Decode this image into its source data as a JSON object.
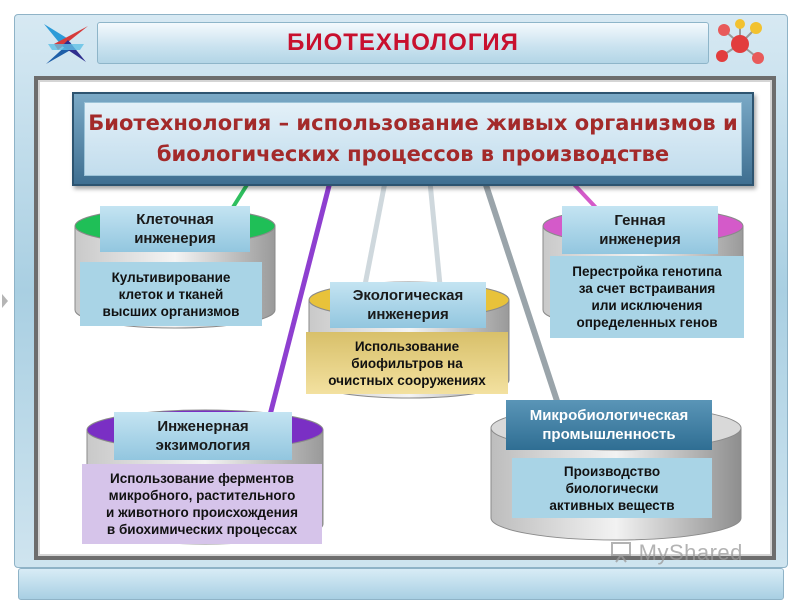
{
  "page": {
    "title": "БИОТЕХНОЛОГИЯ"
  },
  "header": {
    "line1": "Биотехнология – использование живых организмов и",
    "line2": "биологических процессов в производстве"
  },
  "nodes": [
    {
      "label_line1": "Клеточная",
      "label_line2": "инженерия",
      "desc": [
        "Культивирование",
        "клеток и тканей",
        "высших организмов"
      ],
      "color": "#1fbf57"
    },
    {
      "label_line1": "Генная",
      "label_line2": "инженерия",
      "desc": [
        "Перестройка генотипа",
        "за счет встраивания",
        "или исключения",
        "определенных генов"
      ],
      "color": "#d45ac9"
    },
    {
      "label_line1": "Экологическая",
      "label_line2": "инженерия",
      "desc": [
        "Использование",
        "биофильтров на",
        "очистных сооружениях"
      ],
      "color": "#e8c23a"
    },
    {
      "label_line1": "Инженерная",
      "label_line2": "экзимология",
      "desc": [
        "Использование ферментов",
        "микробного, растительного",
        "и животного происхождения",
        "в биохимических процессах"
      ],
      "color": "#7a2fc4"
    },
    {
      "label_line1": "Микробиологическая",
      "label_line2": "промышленность",
      "desc": [
        "Производство",
        "биологически",
        "активных веществ"
      ],
      "color": "#c9c9c9"
    }
  ],
  "watermark": {
    "text": "MyShared"
  }
}
